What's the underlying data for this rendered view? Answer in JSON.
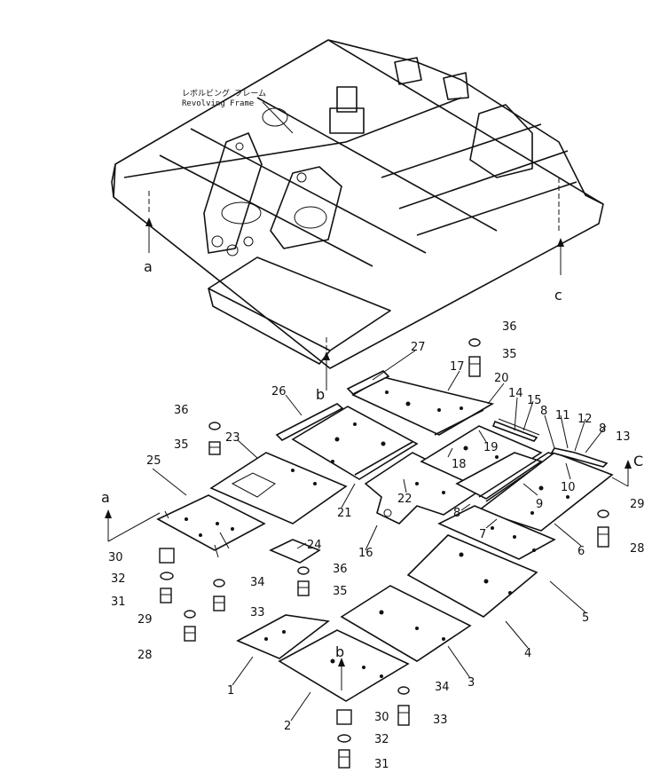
{
  "frame": {
    "caption_jp": "レボルビング フレーム",
    "caption_en": "Revolving Frame"
  },
  "letters": {
    "a_top": "a",
    "b_top": "b",
    "c_top": "c",
    "a_left": "a",
    "b_bottom": "b",
    "c_right": "C"
  },
  "callouts": {
    "n1": "1",
    "n2": "2",
    "n3": "3",
    "n4": "4",
    "n5": "5",
    "n6": "6",
    "n7": "7",
    "n8a": "8",
    "n8b": "8",
    "n8c": "8",
    "n9": "9",
    "n10": "10",
    "n11": "11",
    "n12": "12",
    "n13": "13",
    "n14": "14",
    "n15": "15",
    "n16": "16",
    "n17": "17",
    "n18": "18",
    "n19": "19",
    "n20": "20",
    "n21": "21",
    "n22": "22",
    "n23": "23",
    "n24": "24",
    "n25": "25",
    "n26": "26",
    "n27": "27",
    "n28a": "28",
    "n28b": "28",
    "n29a": "29",
    "n29b": "29",
    "n30a": "30",
    "n30b": "30",
    "n31a": "31",
    "n31b": "31",
    "n32a": "32",
    "n32b": "32",
    "n33a": "33",
    "n33b": "33",
    "n34a": "34",
    "n34b": "34",
    "n35a": "35",
    "n35b": "35",
    "n35c": "35",
    "n36a": "36",
    "n36b": "36",
    "n36c": "36"
  }
}
